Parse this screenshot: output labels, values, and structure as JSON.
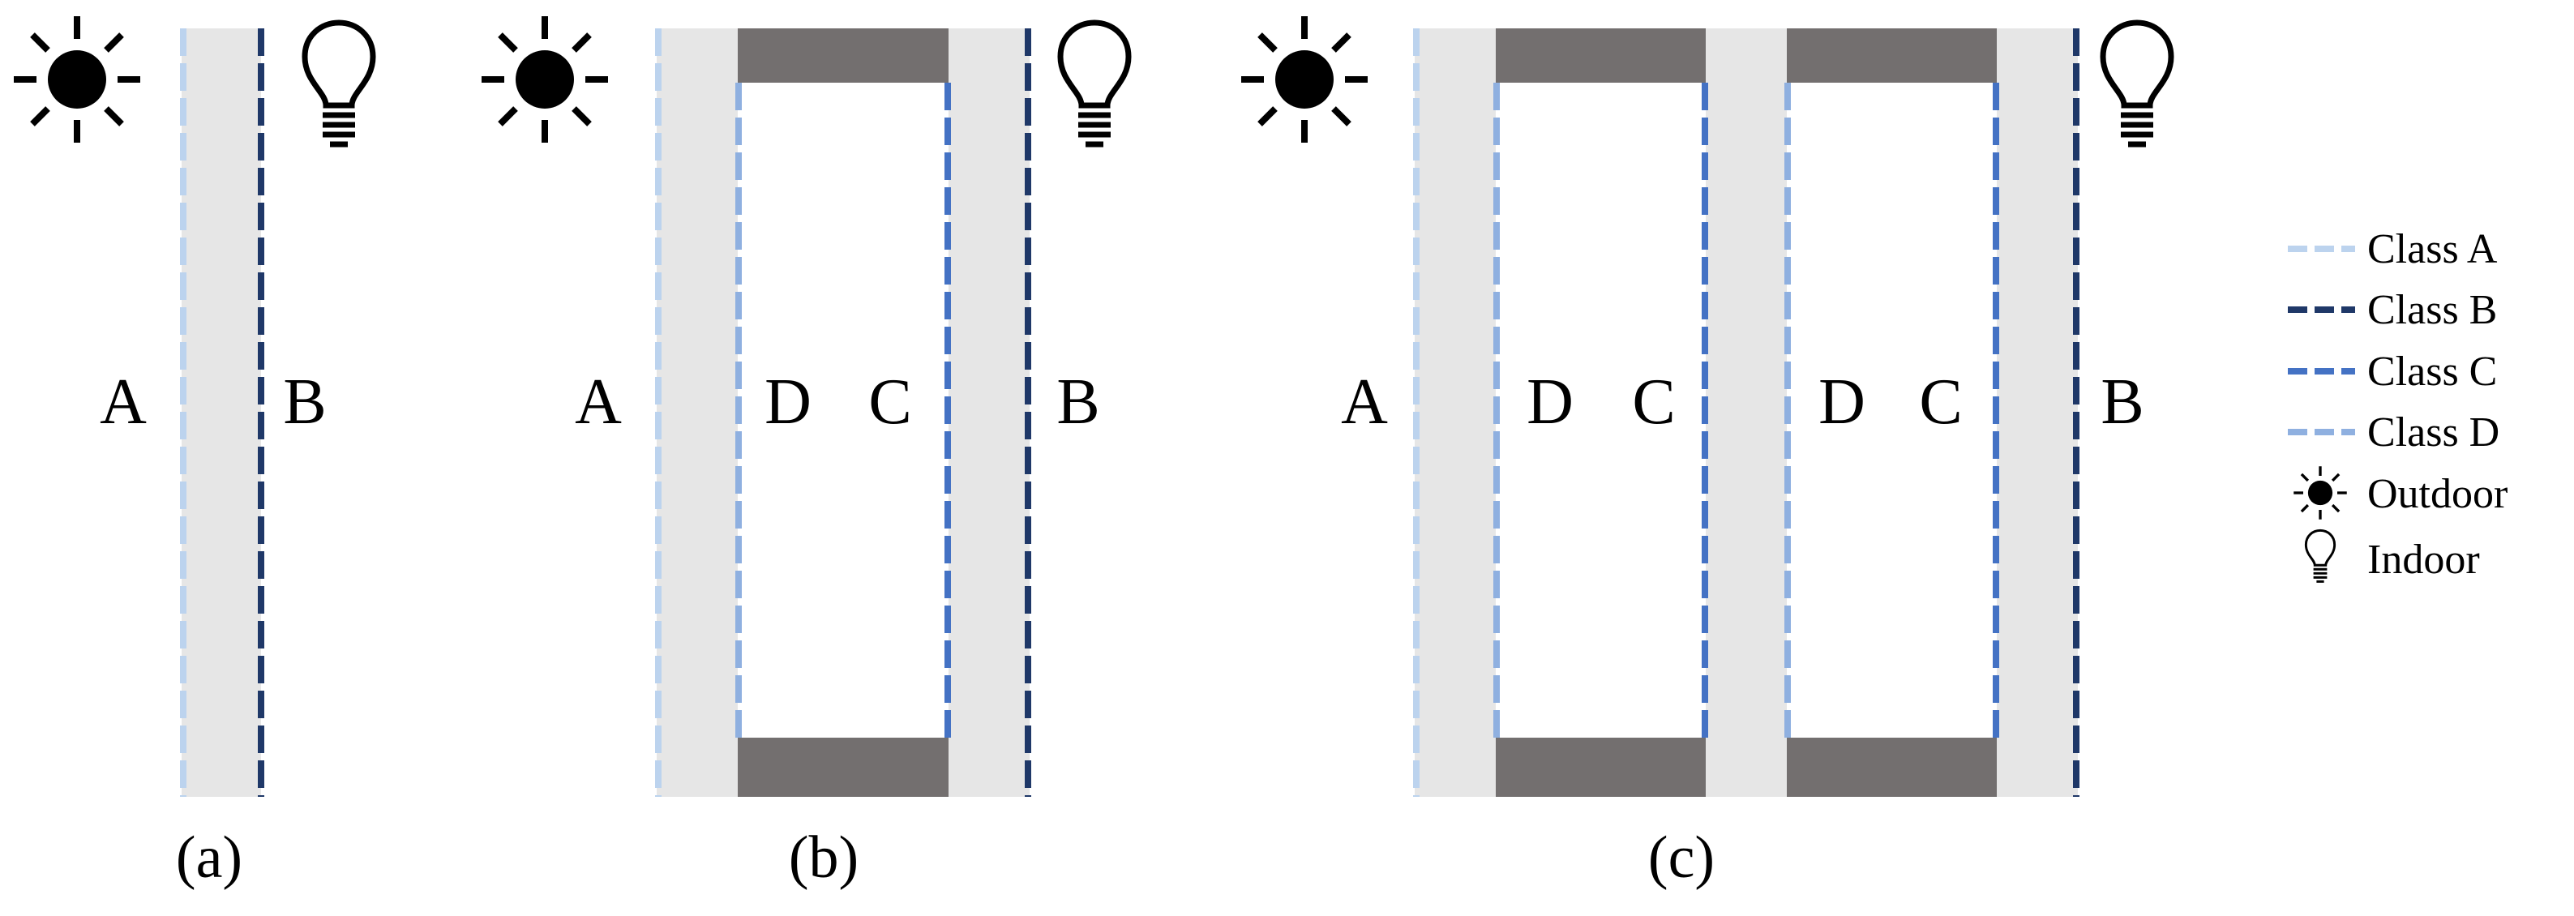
{
  "colors": {
    "class_a": "#bcd3ee",
    "class_b": "#1f3868",
    "class_c": "#4472c4",
    "class_d": "#8fb0e0",
    "glass": "#e6e6e6",
    "spacer": "#736f6f",
    "icon": "#000000"
  },
  "icons": {
    "outdoor": "sun-icon",
    "indoor": "bulb-icon"
  },
  "panels": [
    {
      "id": "a",
      "caption": "(a)",
      "letters": [
        "A",
        "B"
      ]
    },
    {
      "id": "b",
      "caption": "(b)",
      "letters": [
        "A",
        "D",
        "C",
        "B"
      ]
    },
    {
      "id": "c",
      "caption": "(c)",
      "letters": [
        "A",
        "D",
        "C",
        "D",
        "C",
        "B"
      ]
    }
  ],
  "legend": [
    {
      "label": "Class A",
      "swatch": "class_a"
    },
    {
      "label": "Class B",
      "swatch": "class_b"
    },
    {
      "label": "Class C",
      "swatch": "class_c"
    },
    {
      "label": "Class D",
      "swatch": "class_d"
    },
    {
      "label": "Outdoor",
      "icon": "sun-icon"
    },
    {
      "label": "Indoor",
      "icon": "bulb-icon"
    }
  ]
}
